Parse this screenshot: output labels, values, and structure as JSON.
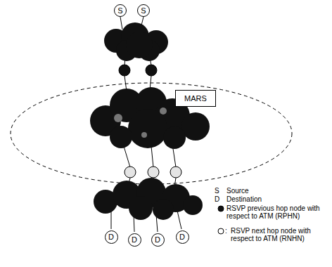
{
  "diagram": {
    "nodes": [
      {
        "text": [
          "S"
        ]
      },
      {
        "text": [
          "S"
        ]
      },
      {
        "text": [
          "MARS"
        ]
      },
      {
        "text": [
          "D"
        ]
      },
      {
        "text": [
          "D"
        ]
      },
      {
        "text": [
          "D"
        ]
      },
      {
        "text": [
          "D"
        ]
      }
    ],
    "labels": [
      "S",
      "D",
      ":"
    ],
    "legend": [
      {
        "text": "Source"
      },
      {
        "text": "Destination"
      },
      {
        "text": "RSVP previous hop node with respect to ATM (RPHN)"
      },
      {
        "text": "RSVP next hop node with respect to ATM (RNHN)"
      }
    ]
  }
}
